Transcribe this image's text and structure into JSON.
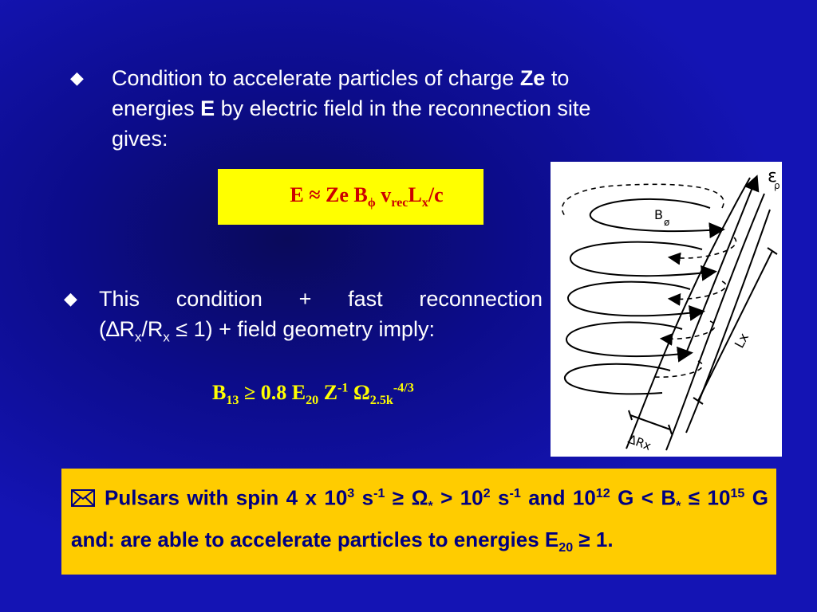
{
  "bullet1": {
    "lead": "Condition to accelerate particles of charge",
    "ze": "Ze",
    "to": "to",
    "energies": "energies",
    "e": "E",
    "rest": "by electric field in the reconnection site",
    "gives": "gives:"
  },
  "equation1": {
    "e": "E",
    "approx": "≈",
    "ze": "Ze B",
    "phi": "ϕ",
    "v": "v",
    "rec": "rec",
    "l": "L",
    "x": "x",
    "c": "/c"
  },
  "bullet2": {
    "words": [
      "This",
      "condition",
      "+",
      "fast",
      "reconnection"
    ],
    "l2_open": "(∆R",
    "l2_x": "x",
    "l2_slash": "/R",
    "l2_x2": "x",
    "l2_rest": " ≤ 1) + field geometry imply:"
  },
  "equation2": {
    "b": "B",
    "b_sub": "13",
    "ge": " ≥ 0.8 E",
    "e_sub": "20",
    "z": " Z",
    "z_sup": "-1",
    "omega": " Ω",
    "omega_sub": "2.5k",
    "omega_sup": "-4/3"
  },
  "figure": {
    "eps": "ε",
    "rho": "ρ",
    "b": "B",
    "b_sub": "ø",
    "lx": "Lx",
    "drx": "ΔRx"
  },
  "summary": {
    "p1": "Pulsars with spin 4 x 10",
    "p1_sup": "3",
    "p2": " s",
    "p2_sup": "-1",
    "p3": " ≥ Ω",
    "p3_sub": "*",
    "p4": " > 10",
    "p4_sup": "2",
    "p5": " s",
    "p5_sup": "-1",
    "p6": "  and 10",
    "p6_sup": "12",
    "p7": " G < B",
    "p7_sub": "*",
    "p8": " ≤ 10",
    "p8_sup": "15",
    "p9": " G and: are able to accelerate particles to energies E",
    "p9_sub": "20",
    "p10": " ≥ 1."
  },
  "colors": {
    "background": "#1414b4",
    "text": "#ffffff",
    "equation_box": "#ffff00",
    "equation_text": "#cc0000",
    "equation2_text": "#ffff00",
    "summary_box": "#ffcc00",
    "summary_text": "#000080"
  }
}
